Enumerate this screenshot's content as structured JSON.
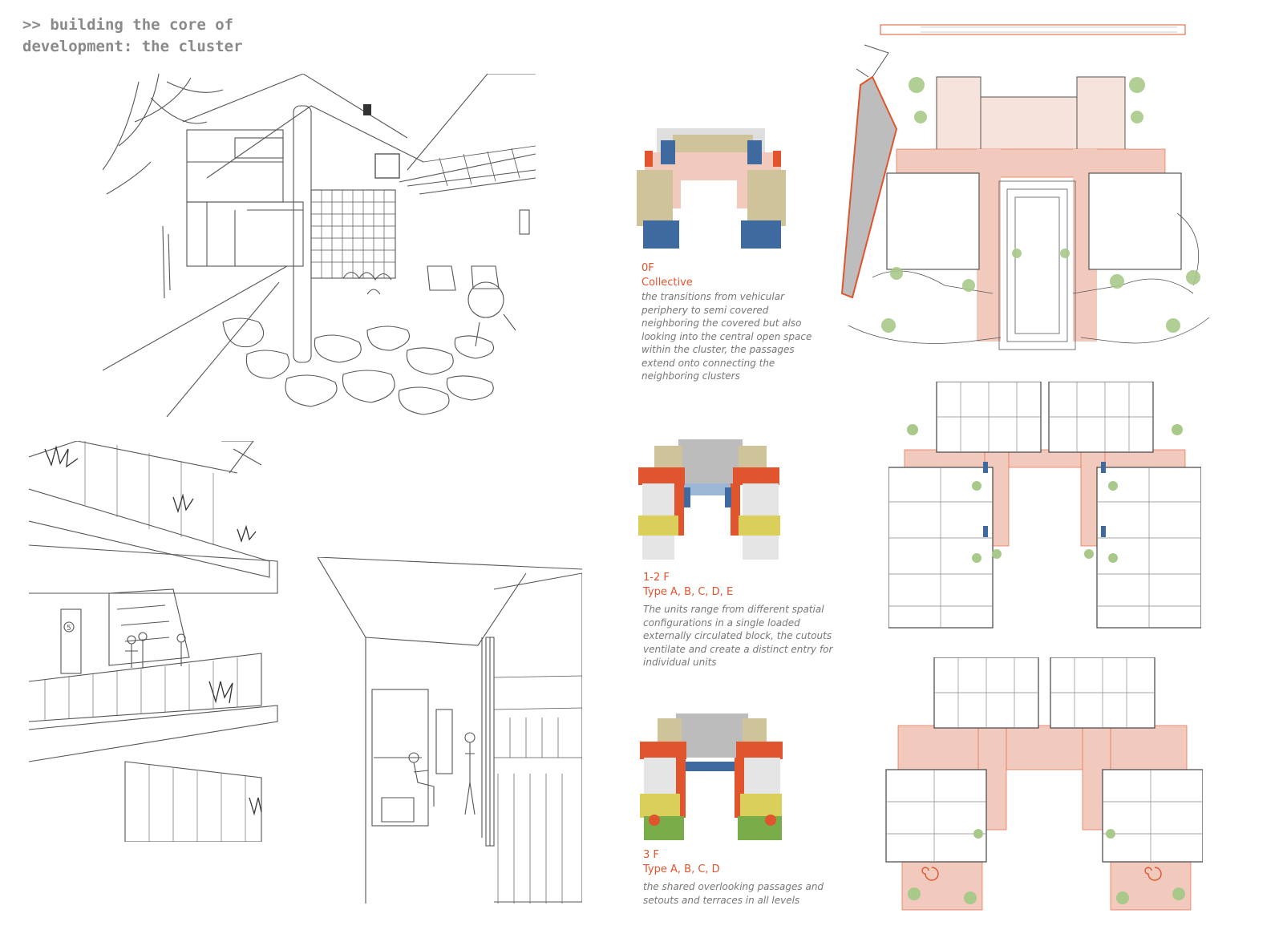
{
  "heading": {
    "line1": ">> building the core of",
    "line2": "development: the cluster"
  },
  "levels": [
    {
      "level": "0F",
      "title": "Collective",
      "description": "the transitions from vehicular periphery to semi covered neighboring the covered but also looking into the central open space within the cluster, the passages extend onto connecting the neighboring clusters"
    },
    {
      "level": "1-2 F",
      "title": "Type A, B, C, D, E",
      "description": "The units range from different spatial configurations in a single loaded externally circulated block, the cutouts ventilate and create a distinct entry for individual units"
    },
    {
      "level": "3 F",
      "title": "Type A, B, C, D",
      "description": "the shared overlooking passages and setouts and terraces in all levels"
    }
  ],
  "sketch_labels": {
    "unit_number": "5"
  },
  "colors": {
    "heading": "#8a8a8a",
    "accent_red": "#e0552e",
    "circulation_pink": "#f2c9bd",
    "unit_khaki": "#cfc39a",
    "core_blue": "#3f6aa0",
    "yellow": "#d9cf5a",
    "green": "#79ad4a",
    "grey": "#bcbcbc"
  }
}
